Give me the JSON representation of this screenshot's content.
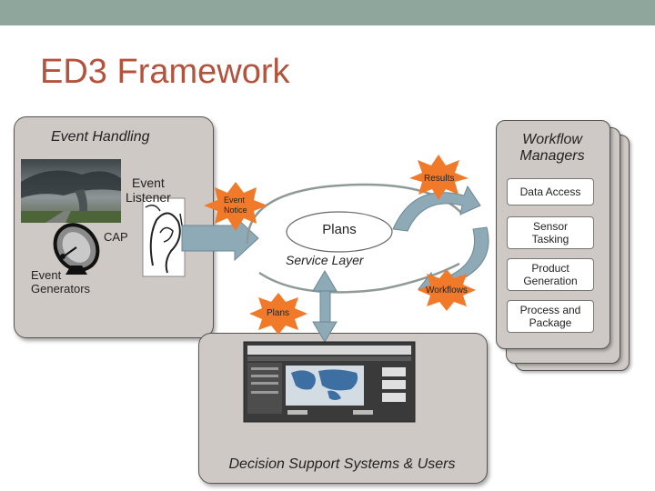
{
  "title": "ED3 Framework",
  "event_panel": {
    "title": "Event Handling",
    "listener": "Event\nListener",
    "cap": "CAP",
    "generators": "Event\nGenerators"
  },
  "workflow_panel": {
    "title": "Workflow\nManagers",
    "items": [
      {
        "label": "Data Access"
      },
      {
        "label": "Sensor\nTasking"
      },
      {
        "label": "Product\nGeneration"
      },
      {
        "label": "Process and\nPackage"
      }
    ]
  },
  "bursts": {
    "results": "Results",
    "event_notice": "Event\nNotice",
    "workflows": "Workflows",
    "plans": "Plans"
  },
  "service": {
    "plans": "Plans",
    "layer": "Service Layer"
  },
  "dss": {
    "label": "Decision Support Systems & Users"
  },
  "colors": {
    "topbar": "#8fa69c",
    "title": "#b4533d",
    "panel": "#cfc9c5",
    "burst": "#f07a2a",
    "arrow": "#8faab7"
  }
}
